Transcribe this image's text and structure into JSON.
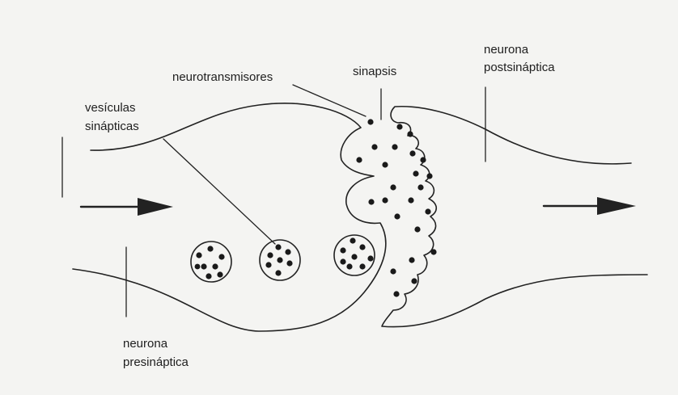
{
  "labels": {
    "neurotransmitters": "neurotransmisores",
    "synapse": "sinapsis",
    "postsynaptic_line1": "neurona",
    "postsynaptic_line2": "postsináptica",
    "vesicles_line1": "vesículas",
    "vesicles_line2": "sinápticas",
    "presynaptic_line1": "neurona",
    "presynaptic_line2": "presináptica"
  },
  "colors": {
    "background": "#f4f4f2",
    "ink": "#222222"
  },
  "icons": {
    "signal_in": "arrow-right-icon",
    "signal_out": "arrow-right-icon"
  }
}
